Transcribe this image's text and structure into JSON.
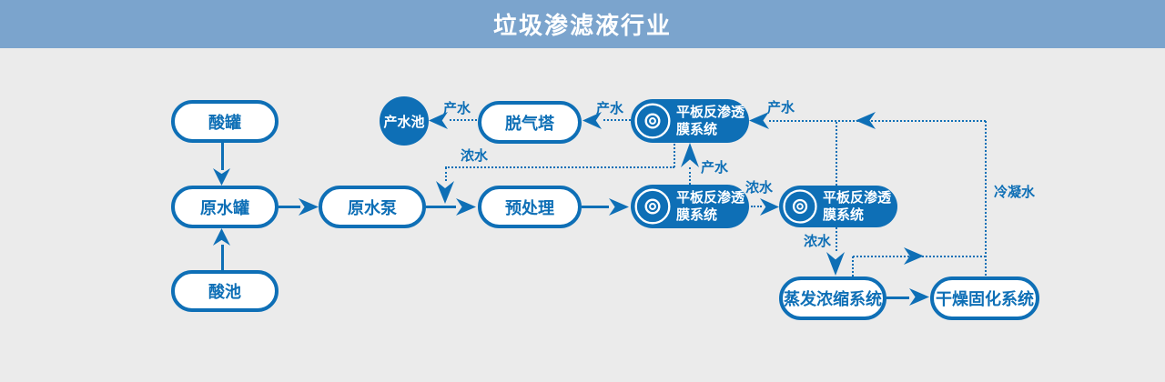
{
  "header": {
    "title": "垃圾渗滤液行业"
  },
  "colors": {
    "header_bg": "#7ba4cd",
    "canvas_bg": "#ebebeb",
    "primary_blue": "#0e6fb6",
    "node_fill_white": "#ffffff",
    "text_on_blue": "#ffffff"
  },
  "nodes": {
    "acid_tank": "酸罐",
    "raw_water_tank": "原水罐",
    "acid_pool": "酸池",
    "raw_water_pump": "原水泵",
    "degassing_tower": "脱气塔",
    "pretreatment": "预处理",
    "product_water_pool": "产水池",
    "ro_system_line1": "平板反渗透",
    "ro_system_line2": "膜系统",
    "evaporation_system": "蒸发浓缩系统",
    "drying_system": "干燥固化系统"
  },
  "flow_labels": {
    "product_water": "产水",
    "concentrated_water": "浓水",
    "condensate_water": "冷凝水"
  },
  "icons": {
    "ro_disc": "disc-membrane-icon"
  }
}
